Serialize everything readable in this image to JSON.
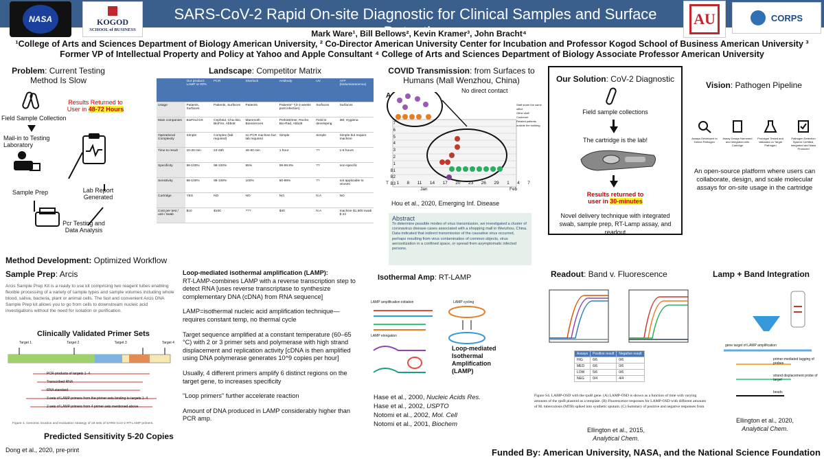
{
  "header": {
    "title": "SARS-CoV-2 Rapid On-site Diagnostic for Clinical Samples and Surface Detection",
    "authors": "Mark Ware¹, Bill Bellows², Kevin Kramer³, John Bracht⁴",
    "affiliations": "¹College of Arts and Sciences Department of Biology American University, ² Co-Director American University Center for Incubation and Professor Kogod School of Business American University ³ Former VP of Intellectual Property and Policy at Yahoo and Apple Consultant ⁴ College of Arts and Sciences Department of Biology Associate Professor American University",
    "logo_nasa": "NASA",
    "logo_kogod_1": "KOGOD",
    "logo_kogod_2": "SCHOOL of BUSINESS",
    "logo_au": "AU",
    "logo_corps": "CORPS"
  },
  "problem": {
    "title_bold": "Problem",
    "title_rest": ": Current Testing Method Is Slow",
    "field_sample": "Field Sample Collection",
    "mail_in": "Mail-in to Testing Laboratory",
    "sample_prep": "Sample Prep",
    "pcr": "Pcr Testing and Data Analysis",
    "lab_report": "Lab Report Generated",
    "results_1": "Results Returned to",
    "results_2": "User in",
    "results_hours": "48-72 Hours"
  },
  "landscape": {
    "title_bold": "Landscape",
    "title_rest": ": Competitor Matrix",
    "headers": [
      "",
      "Our product: LAMP or RPA",
      "PCR",
      "Sherlock",
      "Antibody",
      "UV",
      "ATP (bioluminescence)"
    ],
    "rows": [
      [
        "Usage",
        "Patients, Surfaces",
        "Patients, Surfaces",
        "Patients",
        "Patients* *(3-3 weeks post infection)",
        "Surfaces",
        "Surfaces"
      ],
      [
        "Main companies",
        "BioFind DX",
        "Cepheid, Chiu Bio, BioFire, Abbott",
        "Mammoth Biosciences",
        "PerkinElmer, Roche, Bio-Rad, Abbott",
        "Field is developing",
        "3M, Hygiena"
      ],
      [
        "Operational Complexity",
        "Simple",
        "Complex (lab required)",
        "no PCR machine but lab required",
        "Simple",
        "Simple",
        "Simple but require machine"
      ],
      [
        "Time to result",
        "10-30 min",
        "24-48h",
        "45-60 min",
        "1 hour",
        "??",
        "1-8 hours"
      ],
      [
        "Specificity",
        "98-100%",
        "98-100%",
        "95%",
        "99-99.8%",
        "??",
        "non-specific"
      ],
      [
        "Sensitivity",
        "98-100%",
        "98-100%",
        "100%",
        "50-98%",
        "??",
        "not applicable to viruses"
      ],
      [
        "Cartridge",
        "YES",
        "NO",
        "NO",
        "NO",
        "N.A",
        "NO"
      ],
      [
        "Cost per test / unit / swab",
        "$10",
        "$100",
        "???",
        "$40",
        "N.A",
        "machine $1,500 swab $ 24"
      ]
    ]
  },
  "covid": {
    "title_bold": "COVID Transmission",
    "title_rest": ": from Surfaces to Humans (Mall Wenzhou, China)",
    "no_contact": "No direct contact",
    "panel_label": "A",
    "rows_labels": [
      "7",
      "6",
      "5",
      "4",
      "3",
      "2",
      "1",
      "B1",
      "B2",
      "B3"
    ],
    "time_label": "T",
    "days": [
      "1",
      "8",
      "11",
      "14",
      "17",
      "20",
      "23",
      "26",
      "29",
      "1",
      "4",
      "7"
    ],
    "month_jan": "Jan",
    "month_feb": "Feb",
    "legend_1": "Staff share the same office",
    "legend_2": "Other staff",
    "legend_3": "Customer",
    "legend_4": "Related patients outside the building",
    "citation": "Hou et al., 2020, Emerging Inf. Disease",
    "abstract_title": "Abstract",
    "abstract": "To determine possible modes of virus transmission, we investigated a cluster of coronavirus disease cases associated with a shopping mall in Wenzhou, China. Data indicated that indirect transmission of the causative virus occurred, perhaps resulting from virus contamination of common objects, virus aerosolization in a confined space, or spread from asymptomatic infected persons."
  },
  "solution": {
    "title_bold": "Our Solution",
    "title_rest": ": CoV-2 Diagnostic",
    "field": "Field sample collections",
    "cartridge": "The cartridge is the lab!",
    "results_1": "Results returned to",
    "results_2": "user in",
    "results_time": "30-minutes",
    "novel": "Novel delivery technique with integrated swab, sample prep, RT-Lamp assay, and readout"
  },
  "vision": {
    "title_bold": "Vision",
    "title_rest": ": Pathogen Pipeline",
    "steps": [
      "Assays Developed to Detect Pathogen",
      "Assay Design Narrowed and Integrated with Cartridge",
      "Prototype Tested and Validated on Target Pathogen",
      "Pathogen Detection System Certified, Integrated and Mass Produced"
    ],
    "desc": "An open-source platform where users can collaborate, design, and scale molecular assays for on-site usage in the cartridge"
  },
  "method": {
    "title_bold": "Method Development:",
    "title_rest": " Optimized Workflow",
    "sample_prep_bold": "Sample Prep",
    "sample_prep_rest": ": Arcis",
    "arcis_text": "Arcis Sample Prep Kit is a ready to use kit comprising two reagent tubes enabling flexible processing of a variety of sample types and sample volumes including whole blood, saliva, bacteria, plant or animal cells. The fast and convenient Arcis DNA Sample Prep kit allows you to go from cells to downstream nucleic acid investigations without the need for isolation or purification.",
    "primer_title": "Clinically Validated Primer Sets",
    "targets": [
      "Target 1",
      "Target 2",
      "Target 3",
      "Target 4"
    ],
    "gene_labels": [
      "PCR products of targets 1–4",
      "Transcribed RNA",
      "RNA standard",
      "3 sets of LAMP primers from the primer sets binding to targets 1–4",
      "2 sets of LAMP primers from 4 primer sets mentioned above"
    ],
    "fig_caption": "Figure 1. Genomic location and evaluation strategy of 19 sets of SARS-CoV-2 RT-LAMP primers.",
    "sensitivity": "Predicted Sensitivity 5-20 Copies",
    "dong": "Dong et al., 2020, pre-print"
  },
  "lamp": {
    "title": "Loop-mediated isothermal amplification (LAMP):",
    "p1": "RT-LAMP-combines LAMP with a reverse transcription step to detect RNA [uses reverse transcriptase to synthesize complementary DNA (cDNA) from RNA sequence]",
    "p2": "LAMP=isothermal nucleic acid amplification technique—requires constant temp, no thermal cycle",
    "p3": "Target sequence amplified at a constant temperature (60–65 °C) with 2 or 3 primer sets and polymerase with high strand displacement and replication activity [cDNA is then amplified using DNA polymerase generates 10^9 copies per hour]",
    "p4": "Usually, 4 different primers amplify 6 distinct regions on the target gene, to increases specificity",
    "p5": "\"Loop primers\" further accelerate reaction",
    "p6": "Amount of DNA produced in LAMP considerably higher than PCR amp."
  },
  "iso": {
    "title_bold": "Isothermal Amp",
    "title_rest": ": RT-LAMP",
    "init": "LAMP amplification initiation",
    "cycling": "LAMP cycling",
    "elong": "LAMP elongation",
    "big_label": "Loop-mediated Isothermal Amplification (LAMP)",
    "refs": [
      {
        "a": "Hase et al., 2000, ",
        "b": "Nucleic Acids Res."
      },
      {
        "a": "Hase et al., 2002, ",
        "b": "USPTO"
      },
      {
        "a": "Notomi et al., 2002, ",
        "b": "Mol. Cell"
      },
      {
        "a": "Notomi et al., 2001, ",
        "b": "Biochem"
      }
    ]
  },
  "readout": {
    "title_bold": "Readout",
    "title_rest": ": Band v. Fluorescence",
    "table_headers": [
      "Assays",
      "Positive result",
      "Negative result"
    ],
    "table_rows": [
      [
        "HIG",
        "6/6",
        "0/6"
      ],
      [
        "MED",
        "6/6",
        "0/6"
      ],
      [
        "LOW",
        "5/6",
        "0/6"
      ],
      [
        "NEG",
        "0/4",
        "4/4"
      ]
    ],
    "caption": "Figure S4. LAMP-OSD with the rpoB gene. (A) LAMP-OSD is shown as a function of time with varying amounts of the rpoB plasmid as a template. (B) Fluorescence responses for LAMP-OSD with different amounts of M. tuberculosis (MTB) spiked into synthetic sputum. (C) Summary of positive and negative responses from",
    "ref_a": "Ellington et al., 2015,",
    "ref_b": "Analytical Chem."
  },
  "bandint": {
    "title": "Lamp + Band Integration",
    "labels": [
      "gene target of LAMP amplification",
      "primer-mediated tagging of probes",
      "strand displacement probe of target",
      "beads"
    ],
    "ref_a": "Ellington et al., 2020,",
    "ref_b": "Analytical Chem."
  },
  "footer": {
    "funded": "Funded By: American University, NASA, and the National Science Foundation"
  }
}
